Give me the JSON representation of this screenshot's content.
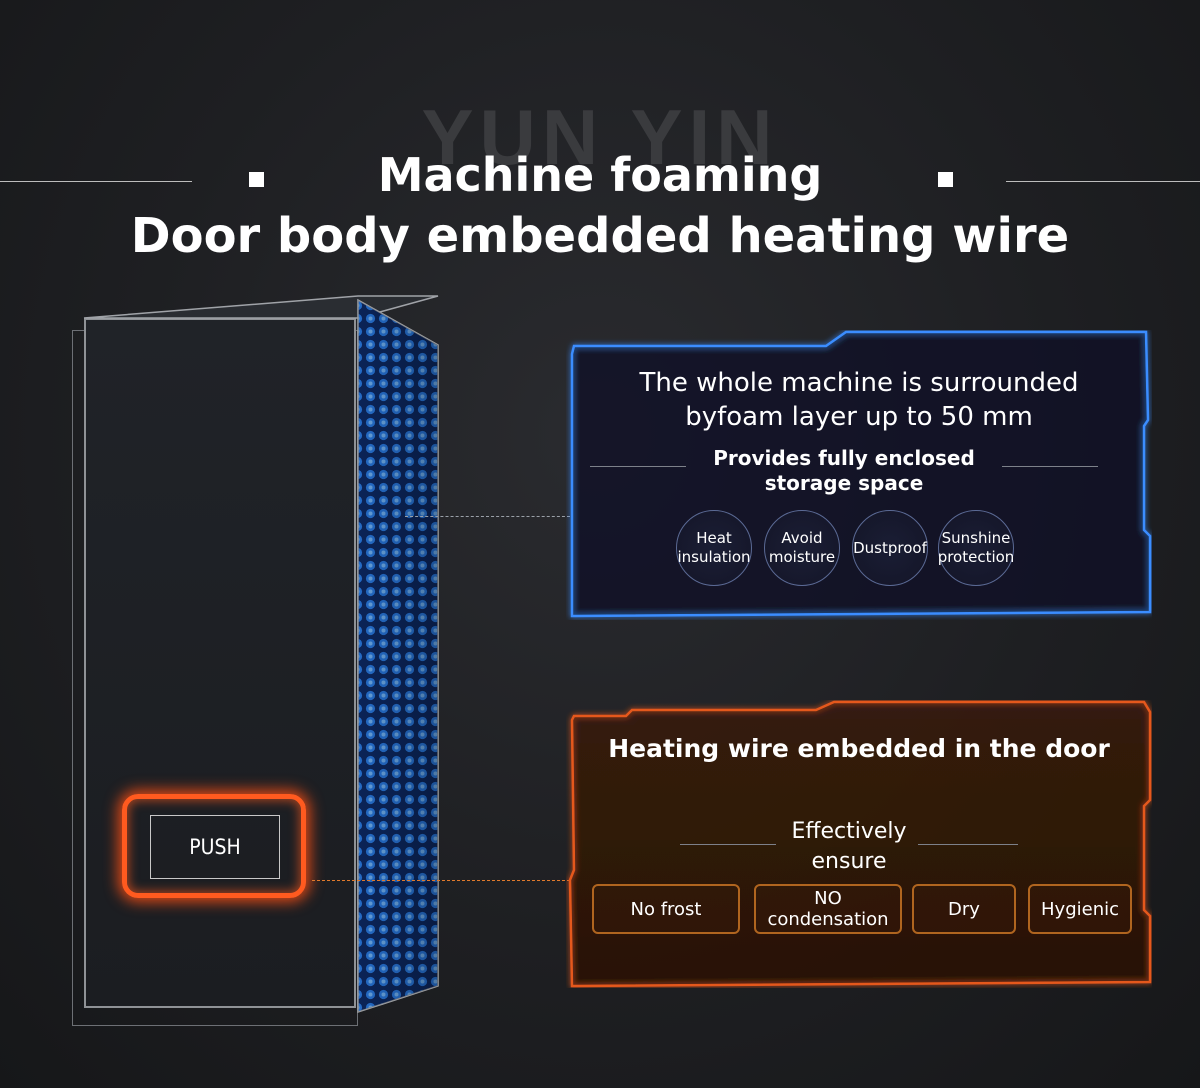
{
  "watermark": "YUN YIN",
  "title": {
    "line1": "Machine foaming",
    "line2": "Door body embedded heating wire"
  },
  "fridge": {
    "button_label": "PUSH"
  },
  "foam_panel": {
    "heading_line1": "The whole machine is surrounded",
    "heading_line2": "byfoam layer up to 50 mm",
    "sub_line1": "Provides fully enclosed",
    "sub_line2": "storage space",
    "features": [
      {
        "l1": "Heat",
        "l2": "insulation"
      },
      {
        "l1": "Avoid",
        "l2": "moisture"
      },
      {
        "l1": "Dustproof",
        "l2": ""
      },
      {
        "l1": "Sunshine",
        "l2": "protection"
      }
    ]
  },
  "heating_panel": {
    "heading": "Heating wire embedded in the door",
    "sub_line1": "Effectively",
    "sub_line2": "ensure",
    "tags": [
      {
        "l1": "No frost",
        "l2": ""
      },
      {
        "l1": "NO",
        "l2": "condensation"
      },
      {
        "l1": "Dry",
        "l2": ""
      },
      {
        "l1": "Hygienic",
        "l2": ""
      }
    ]
  },
  "colors": {
    "background": "#1e1f22",
    "foam_blue": "#2f8cff",
    "heat_orange": "#ff5a1f"
  }
}
